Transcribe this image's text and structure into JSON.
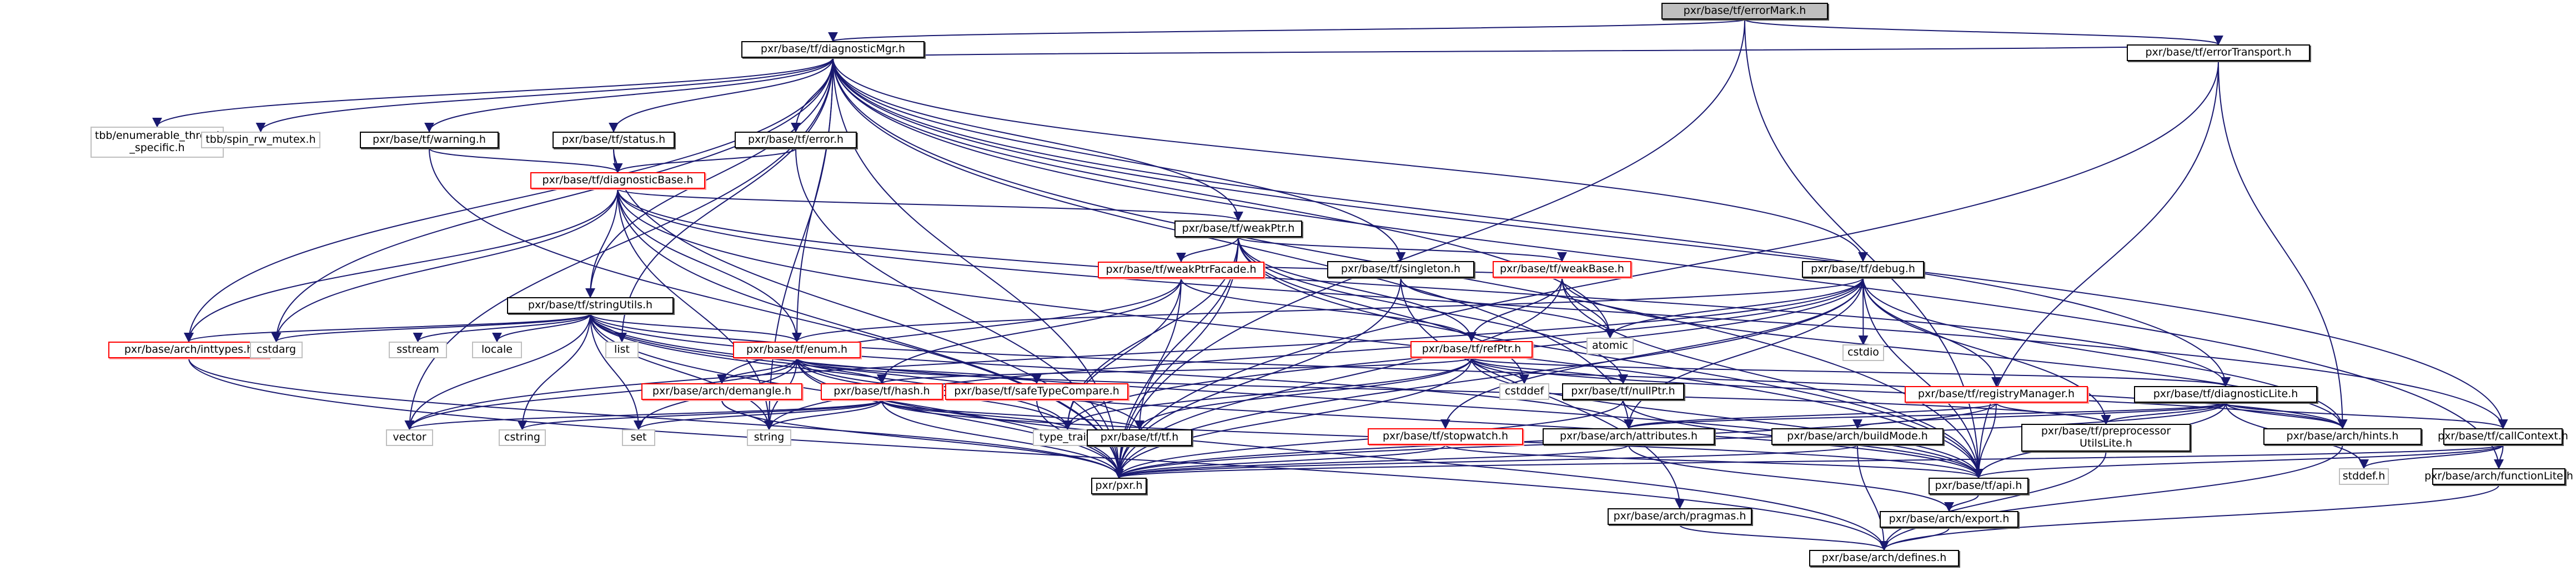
{
  "title": "pxr/base/tf/errorMark.h include dependency graph",
  "colors": {
    "edge": "#191970",
    "root_fill": "#bfbfbf",
    "truncated_border": "#ff0000",
    "system_border": "#bfbfbf"
  },
  "nodes": [
    {
      "id": "errorMark",
      "label": "pxr/base/tf/errorMark.h",
      "kind": "root"
    },
    {
      "id": "errorTransport",
      "label": "pxr/base/tf/errorTransport.h",
      "kind": "normal"
    },
    {
      "id": "diagnosticMgr",
      "label": "pxr/base/tf/diagnosticMgr.h",
      "kind": "normal"
    },
    {
      "id": "tbbEts",
      "label": "tbb/enumerable_thread\n_specific.h",
      "kind": "system"
    },
    {
      "id": "tbbSpin",
      "label": "tbb/spin_rw_mutex.h",
      "kind": "system"
    },
    {
      "id": "warning",
      "label": "pxr/base/tf/warning.h",
      "kind": "normal"
    },
    {
      "id": "status",
      "label": "pxr/base/tf/status.h",
      "kind": "normal"
    },
    {
      "id": "error",
      "label": "pxr/base/tf/error.h",
      "kind": "normal"
    },
    {
      "id": "diagnosticBase",
      "label": "pxr/base/tf/diagnosticBase.h",
      "kind": "truncated"
    },
    {
      "id": "weakPtr",
      "label": "pxr/base/tf/weakPtr.h",
      "kind": "normal"
    },
    {
      "id": "weakPtrFacade",
      "label": "pxr/base/tf/weakPtrFacade.h",
      "kind": "truncated"
    },
    {
      "id": "singleton",
      "label": "pxr/base/tf/singleton.h",
      "kind": "normal"
    },
    {
      "id": "weakBase",
      "label": "pxr/base/tf/weakBase.h",
      "kind": "truncated"
    },
    {
      "id": "stringUtils",
      "label": "pxr/base/tf/stringUtils.h",
      "kind": "normal"
    },
    {
      "id": "debug",
      "label": "pxr/base/tf/debug.h",
      "kind": "normal"
    },
    {
      "id": "inttypes",
      "label": "pxr/base/arch/inttypes.h",
      "kind": "truncated"
    },
    {
      "id": "cstdarg",
      "label": "cstdarg",
      "kind": "system"
    },
    {
      "id": "sstream",
      "label": "sstream",
      "kind": "system"
    },
    {
      "id": "locale",
      "label": "locale",
      "kind": "system"
    },
    {
      "id": "list",
      "label": "list",
      "kind": "system"
    },
    {
      "id": "enum",
      "label": "pxr/base/tf/enum.h",
      "kind": "truncated"
    },
    {
      "id": "atomic",
      "label": "atomic",
      "kind": "system"
    },
    {
      "id": "refPtr",
      "label": "pxr/base/tf/refPtr.h",
      "kind": "truncated"
    },
    {
      "id": "cstdio",
      "label": "cstdio",
      "kind": "system"
    },
    {
      "id": "demangle",
      "label": "pxr/base/arch/demangle.h",
      "kind": "truncated"
    },
    {
      "id": "hash",
      "label": "pxr/base/tf/hash.h",
      "kind": "truncated"
    },
    {
      "id": "safeTypeCompare",
      "label": "pxr/base/tf/safeTypeCompare.h",
      "kind": "truncated"
    },
    {
      "id": "cstddef",
      "label": "cstddef",
      "kind": "system"
    },
    {
      "id": "nullPtr",
      "label": "pxr/base/tf/nullPtr.h",
      "kind": "normal"
    },
    {
      "id": "registryManager",
      "label": "pxr/base/tf/registryManager.h",
      "kind": "truncated"
    },
    {
      "id": "diagnosticLite",
      "label": "pxr/base/tf/diagnosticLite.h",
      "kind": "normal"
    },
    {
      "id": "vector",
      "label": "vector",
      "kind": "system"
    },
    {
      "id": "cstring",
      "label": "cstring",
      "kind": "system"
    },
    {
      "id": "set",
      "label": "set",
      "kind": "system"
    },
    {
      "id": "string",
      "label": "string",
      "kind": "system"
    },
    {
      "id": "typeTraits",
      "label": "type_traits",
      "kind": "system"
    },
    {
      "id": "tf",
      "label": "pxr/base/tf/tf.h",
      "kind": "normal"
    },
    {
      "id": "stopwatch",
      "label": "pxr/base/tf/stopwatch.h",
      "kind": "truncated"
    },
    {
      "id": "attributes",
      "label": "pxr/base/arch/attributes.h",
      "kind": "normal"
    },
    {
      "id": "buildMode",
      "label": "pxr/base/arch/buildMode.h",
      "kind": "normal"
    },
    {
      "id": "preprocessorUtilsLite",
      "label": "pxr/base/tf/preprocessor\nUtilsLite.h",
      "kind": "normal"
    },
    {
      "id": "hints",
      "label": "pxr/base/arch/hints.h",
      "kind": "normal"
    },
    {
      "id": "callContext",
      "label": "pxr/base/tf/callContext.h",
      "kind": "normal"
    },
    {
      "id": "pxr",
      "label": "pxr/pxr.h",
      "kind": "normal"
    },
    {
      "id": "api",
      "label": "pxr/base/tf/api.h",
      "kind": "normal"
    },
    {
      "id": "stddef",
      "label": "stddef.h",
      "kind": "system"
    },
    {
      "id": "functionLite",
      "label": "pxr/base/arch/functionLite.h",
      "kind": "normal"
    },
    {
      "id": "pragmas",
      "label": "pxr/base/arch/pragmas.h",
      "kind": "normal"
    },
    {
      "id": "export",
      "label": "pxr/base/arch/export.h",
      "kind": "normal"
    },
    {
      "id": "defines",
      "label": "pxr/base/arch/defines.h",
      "kind": "normal"
    }
  ],
  "edges": [
    [
      "errorMark",
      "diagnosticMgr"
    ],
    [
      "errorMark",
      "errorTransport"
    ],
    [
      "errorMark",
      "pxr"
    ],
    [
      "errorMark",
      "api"
    ],
    [
      "errorTransport",
      "diagnosticMgr"
    ],
    [
      "errorTransport",
      "pxr"
    ],
    [
      "errorTransport",
      "api"
    ],
    [
      "errorTransport",
      "hints"
    ],
    [
      "diagnosticMgr",
      "tbbEts"
    ],
    [
      "diagnosticMgr",
      "tbbSpin"
    ],
    [
      "diagnosticMgr",
      "warning"
    ],
    [
      "diagnosticMgr",
      "status"
    ],
    [
      "diagnosticMgr",
      "error"
    ],
    [
      "diagnosticMgr",
      "weakPtr"
    ],
    [
      "diagnosticMgr",
      "singleton"
    ],
    [
      "diagnosticMgr",
      "stringUtils"
    ],
    [
      "diagnosticMgr",
      "debug"
    ],
    [
      "diagnosticMgr",
      "inttypes"
    ],
    [
      "diagnosticMgr",
      "cstdarg"
    ],
    [
      "diagnosticMgr",
      "list"
    ],
    [
      "diagnosticMgr",
      "enum"
    ],
    [
      "diagnosticMgr",
      "atomic"
    ],
    [
      "diagnosticMgr",
      "diagnosticLite"
    ],
    [
      "diagnosticMgr",
      "vector"
    ],
    [
      "diagnosticMgr",
      "string"
    ],
    [
      "diagnosticMgr",
      "callContext"
    ],
    [
      "diagnosticMgr",
      "pxr"
    ],
    [
      "diagnosticMgr",
      "api"
    ],
    [
      "diagnosticMgr",
      "attributes"
    ],
    [
      "diagnosticMgr",
      "functionLite"
    ],
    [
      "warning",
      "diagnosticBase"
    ],
    [
      "warning",
      "pxr"
    ],
    [
      "status",
      "diagnosticBase"
    ],
    [
      "status",
      "pxr"
    ],
    [
      "error",
      "diagnosticBase"
    ],
    [
      "error",
      "pxr"
    ],
    [
      "diagnosticBase",
      "weakPtr"
    ],
    [
      "diagnosticBase",
      "stringUtils"
    ],
    [
      "diagnosticBase",
      "enum"
    ],
    [
      "diagnosticBase",
      "inttypes"
    ],
    [
      "diagnosticBase",
      "cstdarg"
    ],
    [
      "diagnosticBase",
      "string"
    ],
    [
      "diagnosticBase",
      "callContext"
    ],
    [
      "diagnosticBase",
      "diagnosticLite"
    ],
    [
      "diagnosticBase",
      "pxr"
    ],
    [
      "diagnosticBase",
      "api"
    ],
    [
      "weakPtr",
      "weakPtrFacade"
    ],
    [
      "weakPtr",
      "weakBase"
    ],
    [
      "weakPtr",
      "refPtr"
    ],
    [
      "weakPtr",
      "nullPtr"
    ],
    [
      "weakPtr",
      "tf"
    ],
    [
      "weakPtr",
      "typeTraits"
    ],
    [
      "weakPtr",
      "cstddef"
    ],
    [
      "weakPtr",
      "pxr"
    ],
    [
      "weakPtr",
      "api"
    ],
    [
      "weakPtrFacade",
      "weakBase"
    ],
    [
      "weakPtrFacade",
      "refPtr"
    ],
    [
      "weakPtrFacade",
      "hash"
    ],
    [
      "weakPtrFacade",
      "demangle"
    ],
    [
      "weakPtrFacade",
      "typeTraits"
    ],
    [
      "weakPtrFacade",
      "pxr"
    ],
    [
      "singleton",
      "pragmas"
    ],
    [
      "singleton",
      "pxr"
    ],
    [
      "singleton",
      "atomic"
    ],
    [
      "weakBase",
      "refPtr"
    ],
    [
      "weakBase",
      "atomic"
    ],
    [
      "weakBase",
      "pxr"
    ],
    [
      "weakBase",
      "api"
    ],
    [
      "weakBase",
      "hints"
    ],
    [
      "stringUtils",
      "inttypes"
    ],
    [
      "stringUtils",
      "cstdarg"
    ],
    [
      "stringUtils",
      "sstream"
    ],
    [
      "stringUtils",
      "locale"
    ],
    [
      "stringUtils",
      "list"
    ],
    [
      "stringUtils",
      "vector"
    ],
    [
      "stringUtils",
      "cstring"
    ],
    [
      "stringUtils",
      "set"
    ],
    [
      "stringUtils",
      "string"
    ],
    [
      "stringUtils",
      "typeTraits"
    ],
    [
      "stringUtils",
      "enum"
    ],
    [
      "stringUtils",
      "attributes"
    ],
    [
      "stringUtils",
      "hints"
    ],
    [
      "stringUtils",
      "api"
    ],
    [
      "stringUtils",
      "pxr"
    ],
    [
      "stringUtils",
      "tf"
    ],
    [
      "debug",
      "atomic"
    ],
    [
      "debug",
      "cstdio"
    ],
    [
      "debug",
      "registryManager"
    ],
    [
      "debug",
      "enum"
    ],
    [
      "debug",
      "preprocessorUtilsLite"
    ],
    [
      "debug",
      "stopwatch"
    ],
    [
      "debug",
      "attributes"
    ],
    [
      "debug",
      "api"
    ],
    [
      "debug",
      "pxr"
    ],
    [
      "debug",
      "vector"
    ],
    [
      "debug",
      "string"
    ],
    [
      "debug",
      "hints"
    ],
    [
      "debug",
      "typeTraits"
    ],
    [
      "inttypes",
      "pxr"
    ],
    [
      "inttypes",
      "defines"
    ],
    [
      "enum",
      "demangle"
    ],
    [
      "enum",
      "hash"
    ],
    [
      "enum",
      "safeTypeCompare"
    ],
    [
      "enum",
      "string"
    ],
    [
      "enum",
      "vector"
    ],
    [
      "enum",
      "typeTraits"
    ],
    [
      "enum",
      "set"
    ],
    [
      "enum",
      "api"
    ],
    [
      "enum",
      "pxr"
    ],
    [
      "enum",
      "preprocessorUtilsLite"
    ],
    [
      "enum",
      "defines"
    ],
    [
      "refPtr",
      "cstddef"
    ],
    [
      "refPtr",
      "nullPtr"
    ],
    [
      "refPtr",
      "typeTraits"
    ],
    [
      "refPtr",
      "hash"
    ],
    [
      "refPtr",
      "api"
    ],
    [
      "refPtr",
      "pxr"
    ],
    [
      "refPtr",
      "diagnosticLite"
    ],
    [
      "refPtr",
      "hints"
    ],
    [
      "refPtr",
      "tf"
    ],
    [
      "demangle",
      "string"
    ],
    [
      "demangle",
      "pxr"
    ],
    [
      "hash",
      "vector"
    ],
    [
      "hash",
      "string"
    ],
    [
      "hash",
      "set"
    ],
    [
      "hash",
      "cstring"
    ],
    [
      "hash",
      "typeTraits"
    ],
    [
      "hash",
      "tf"
    ],
    [
      "hash",
      "pxr"
    ],
    [
      "hash",
      "api"
    ],
    [
      "safeTypeCompare",
      "pxr"
    ],
    [
      "nullPtr",
      "api"
    ],
    [
      "nullPtr",
      "pxr"
    ],
    [
      "registryManager",
      "api"
    ],
    [
      "registryManager",
      "preprocessorUtilsLite"
    ],
    [
      "registryManager",
      "attributes"
    ],
    [
      "registryManager",
      "pxr"
    ],
    [
      "diagnosticLite",
      "api"
    ],
    [
      "diagnosticLite",
      "attributes"
    ],
    [
      "diagnosticLite",
      "buildMode"
    ],
    [
      "diagnosticLite",
      "hints"
    ],
    [
      "diagnosticLite",
      "callContext"
    ],
    [
      "diagnosticLite",
      "preprocessorUtilsLite"
    ],
    [
      "diagnosticLite",
      "stddef"
    ],
    [
      "diagnosticLite",
      "pxr"
    ],
    [
      "stopwatch",
      "api"
    ],
    [
      "stopwatch",
      "pxr"
    ],
    [
      "attributes",
      "export"
    ],
    [
      "attributes",
      "pxr"
    ],
    [
      "buildMode",
      "defines"
    ],
    [
      "buildMode",
      "pxr"
    ],
    [
      "preprocessorUtilsLite",
      "defines"
    ],
    [
      "hints",
      "defines"
    ],
    [
      "callContext",
      "functionLite"
    ],
    [
      "callContext",
      "stddef"
    ],
    [
      "callContext",
      "api"
    ],
    [
      "callContext",
      "pxr"
    ],
    [
      "functionLite",
      "defines"
    ],
    [
      "api",
      "export"
    ],
    [
      "pragmas",
      "defines"
    ],
    [
      "export",
      "defines"
    ]
  ]
}
